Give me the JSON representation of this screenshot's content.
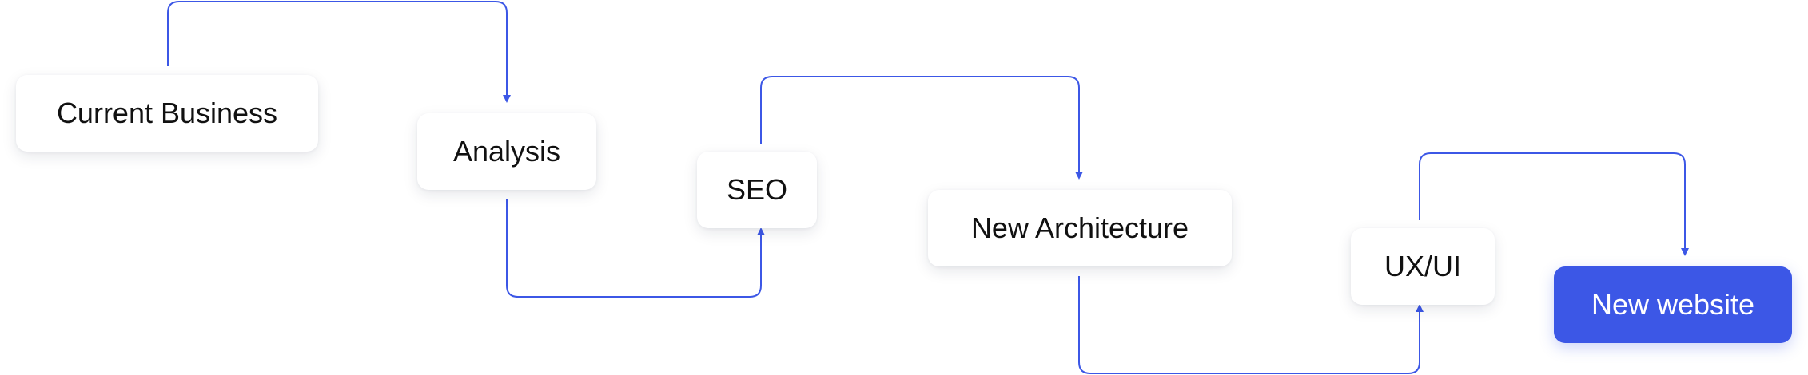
{
  "colors": {
    "accent": "#3C57E6",
    "connector": "#3C57E6",
    "node_background": "#FFFFFF",
    "node_text": "#111111",
    "final_node_text": "#FFFFFF"
  },
  "flow": {
    "steps": [
      {
        "label": "Current Business"
      },
      {
        "label": "Analysis"
      },
      {
        "label": "SEO"
      },
      {
        "label": "New Architecture"
      },
      {
        "label": "UX/UI"
      },
      {
        "label": "New website"
      }
    ],
    "connections": [
      {
        "from": "Current Business",
        "to": "Analysis",
        "route": "over"
      },
      {
        "from": "Analysis",
        "to": "SEO",
        "route": "under"
      },
      {
        "from": "SEO",
        "to": "New Architecture",
        "route": "over"
      },
      {
        "from": "New Architecture",
        "to": "UX/UI",
        "route": "under"
      },
      {
        "from": "UX/UI",
        "to": "New website",
        "route": "over"
      }
    ]
  }
}
